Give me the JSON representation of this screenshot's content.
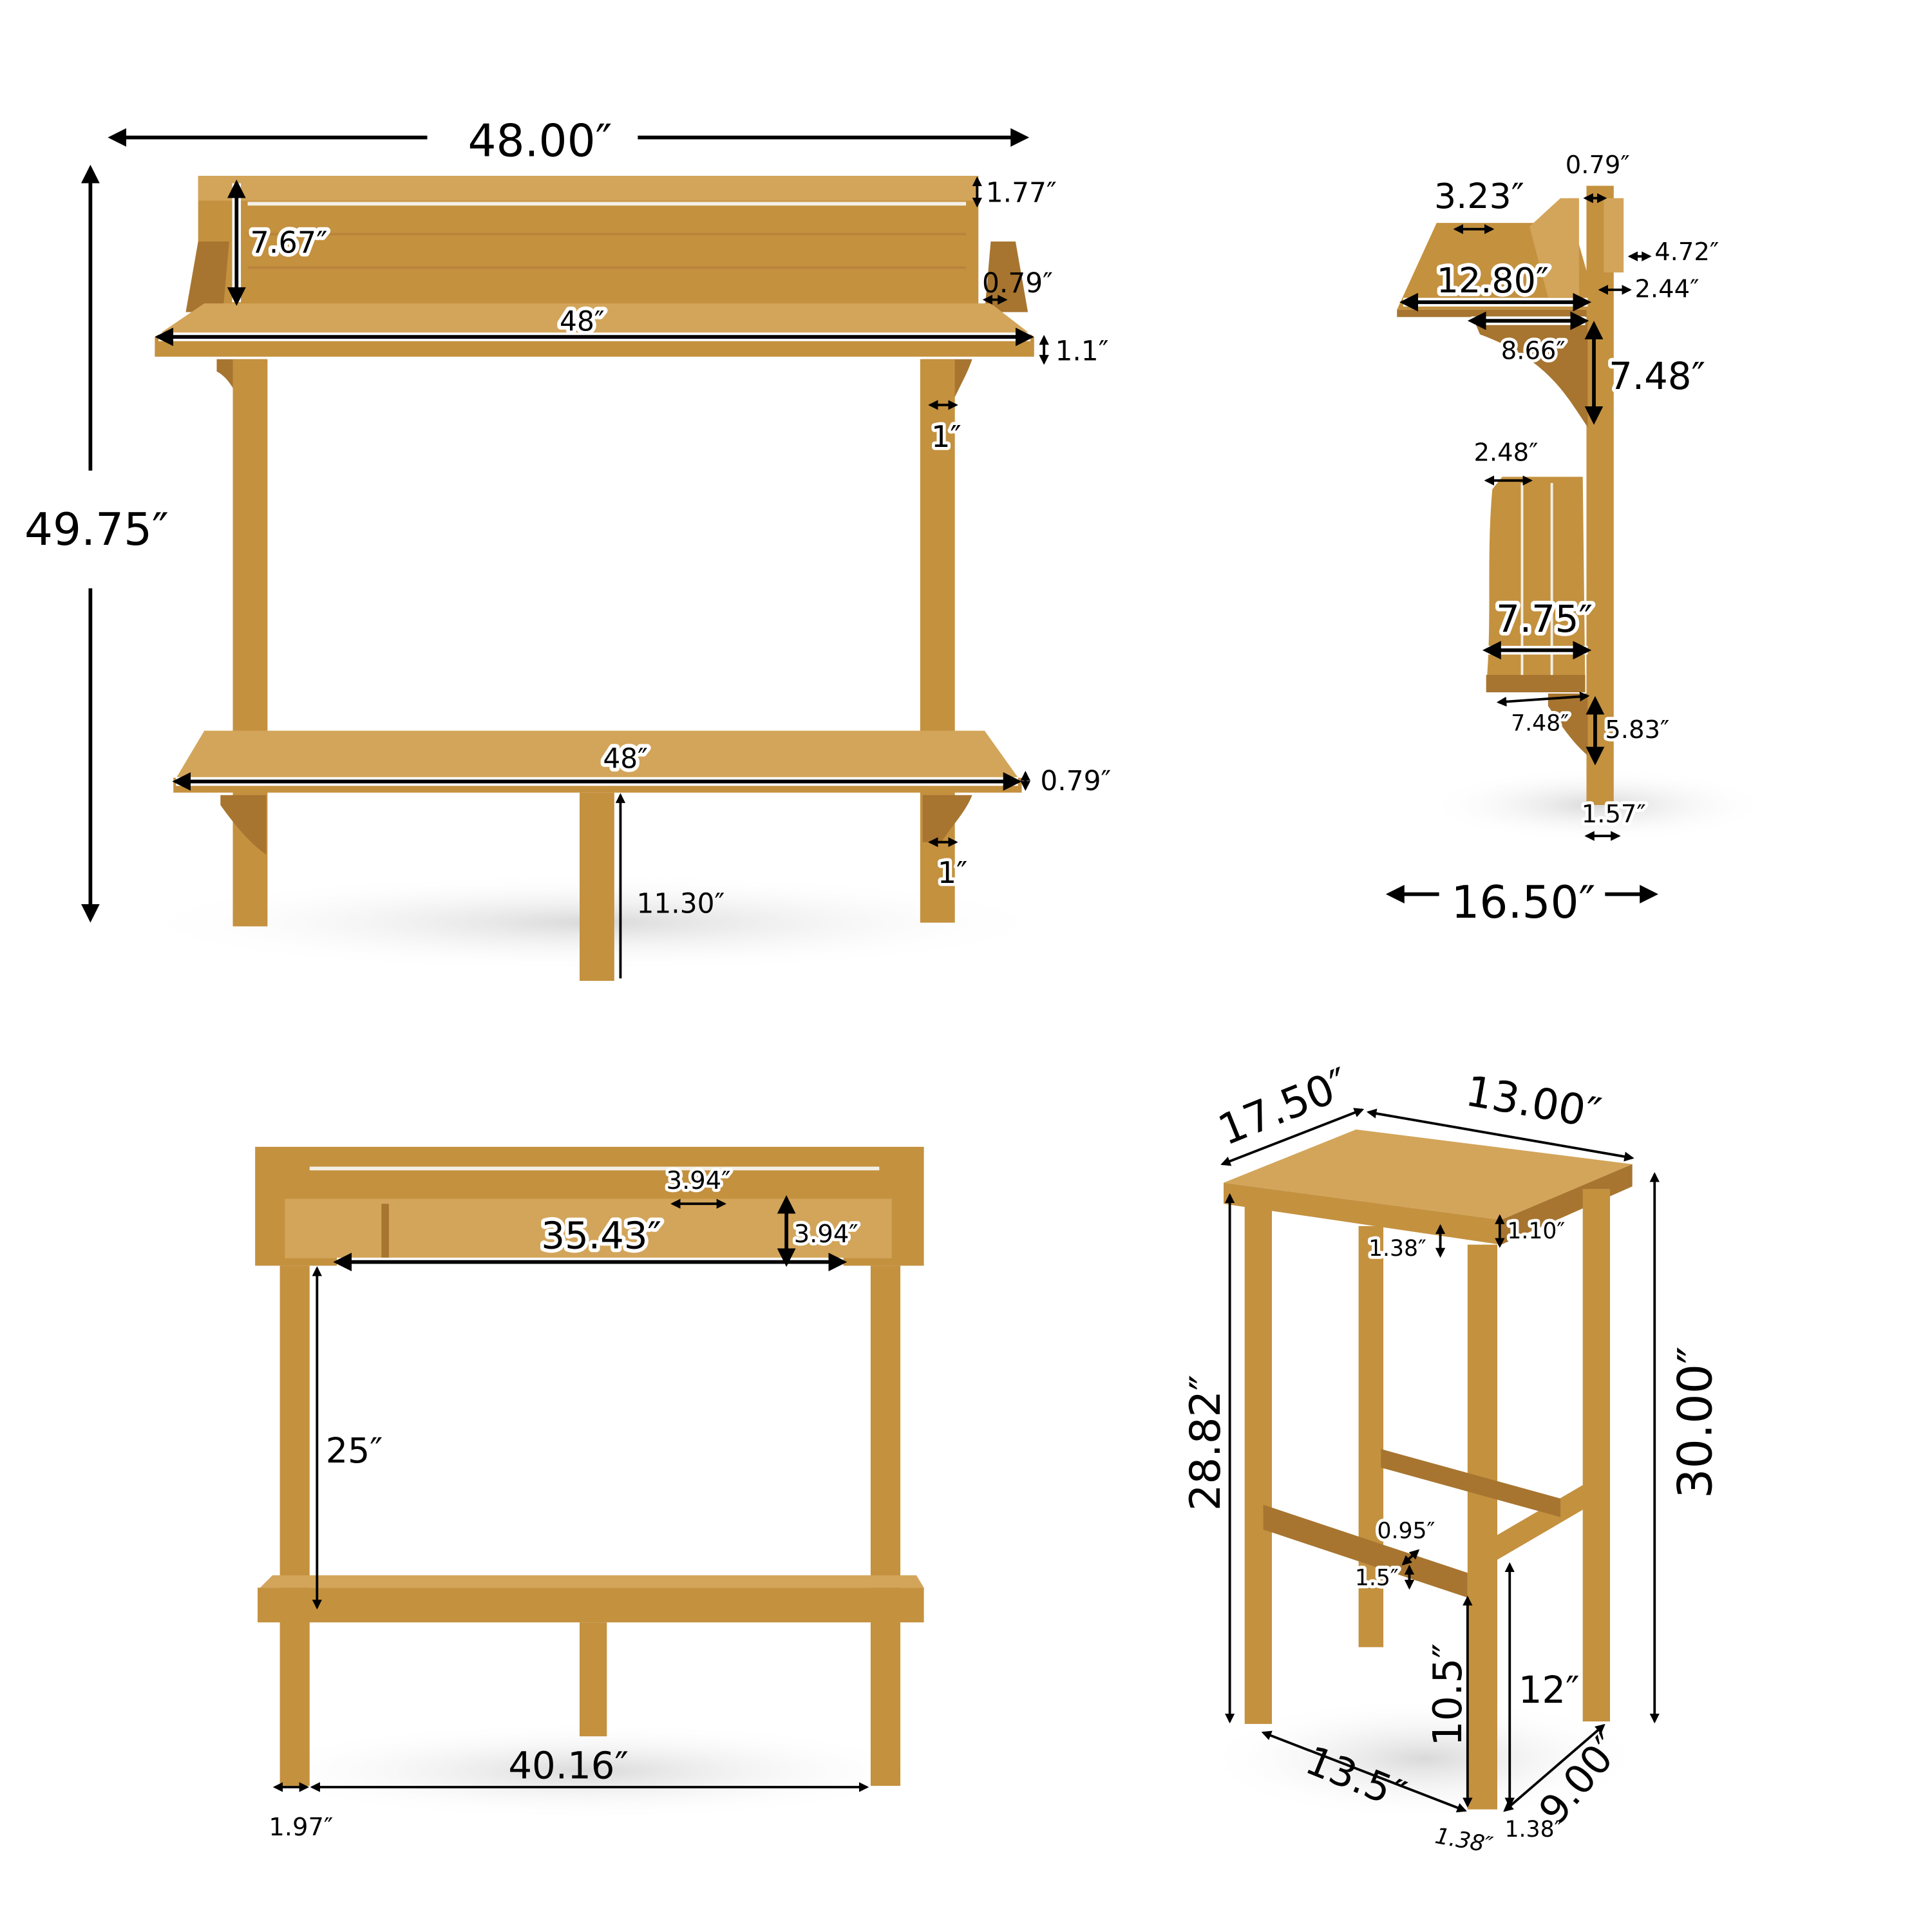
{
  "colors": {
    "background": "#ffffff",
    "wood": "#c4913f",
    "wood_light": "#d3a55a",
    "wood_dark": "#a77530",
    "dimension_ink": "#000000",
    "label_halo": "#ffffff"
  },
  "views": {
    "bar_front": {
      "overall_width": "48.00″",
      "overall_height": "49.75″",
      "backrest_height": "7.67″",
      "top_slat": "1.77″",
      "side_rail": "0.79″",
      "top_width": "48″",
      "top_thickness": "1.1″",
      "bracket_upper": "1″",
      "shelf_width": "48″",
      "shelf_thickness": "0.79″",
      "bracket_lower": "1″",
      "center_leg": "11.30″"
    },
    "bar_side": {
      "slat_width": "3.23″",
      "rail": "0.79″",
      "clamp": "4.72″",
      "top_depth": "12.80″",
      "post_depth": "2.44″",
      "bracket_depth": "8.66″",
      "bracket_height": "7.48″",
      "lower_slat": "2.48″",
      "shelf_depth": "7.75″",
      "lower_bracket_depth": "7.48″",
      "lower_bracket_height": "5.83″",
      "leg_thickness": "1.57″",
      "overall_depth": "16.50″"
    },
    "bar_folded": {
      "slot_width": "3.94″",
      "rail_length": "35.43″",
      "rail_height": "3.94″",
      "leg_height": "25″",
      "leg_spacing": "40.16″",
      "leg_width": "1.97″"
    },
    "stool": {
      "seat_width": "17.50″",
      "seat_depth": "13.00″",
      "apron_height": "1.38″",
      "seat_thickness": "1.10″",
      "seat_height": "28.82″",
      "overall_height": "30.00″",
      "stretcher_depth": "0.95″",
      "stretcher_height": "1.5″",
      "stretcher_floor_front": "10.5″",
      "stretcher_floor_side": "12″",
      "base_width": "13.5″",
      "base_depth": "9.00″",
      "leg_a": "1.38″",
      "leg_b": "1.38″"
    }
  }
}
